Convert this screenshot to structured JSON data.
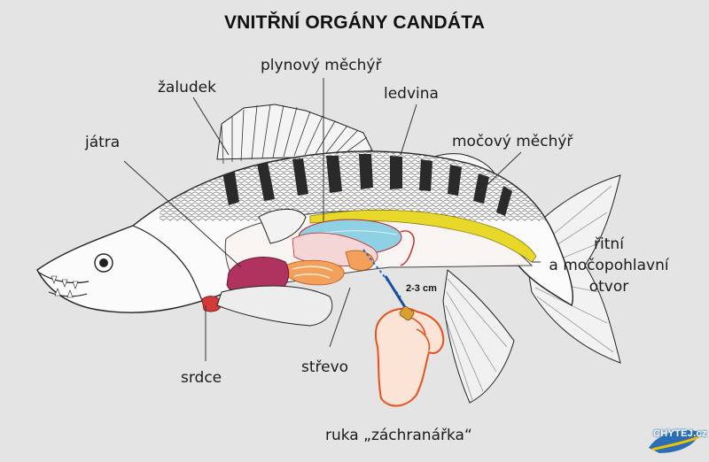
{
  "title": "VNITŘNÍ ORGÁNY CANDÁTA",
  "labels": {
    "zaludek": "žaludek",
    "plynovy_mechyr": "plynový měchýř",
    "ledvina": "ledvina",
    "jatra": "játra",
    "mocovy_mechyr": "močový měchýř",
    "ritni_line1": "řitní",
    "ritni_line2": "a močopohlavní",
    "ritni_line3": "otvor",
    "srdce": "srdce",
    "strevo": "střevo",
    "ruka": "ruka „záchranářka“"
  },
  "measure": "2-3 cm",
  "logo": "CHYTEJ.cz",
  "colors": {
    "background": "#e4e4e4",
    "liver": "#b0325e",
    "gut": "#f2a05a",
    "swim_bladder": "#8ed0e4",
    "kidney": "#e8d82a",
    "hand": "#e8501e"
  }
}
